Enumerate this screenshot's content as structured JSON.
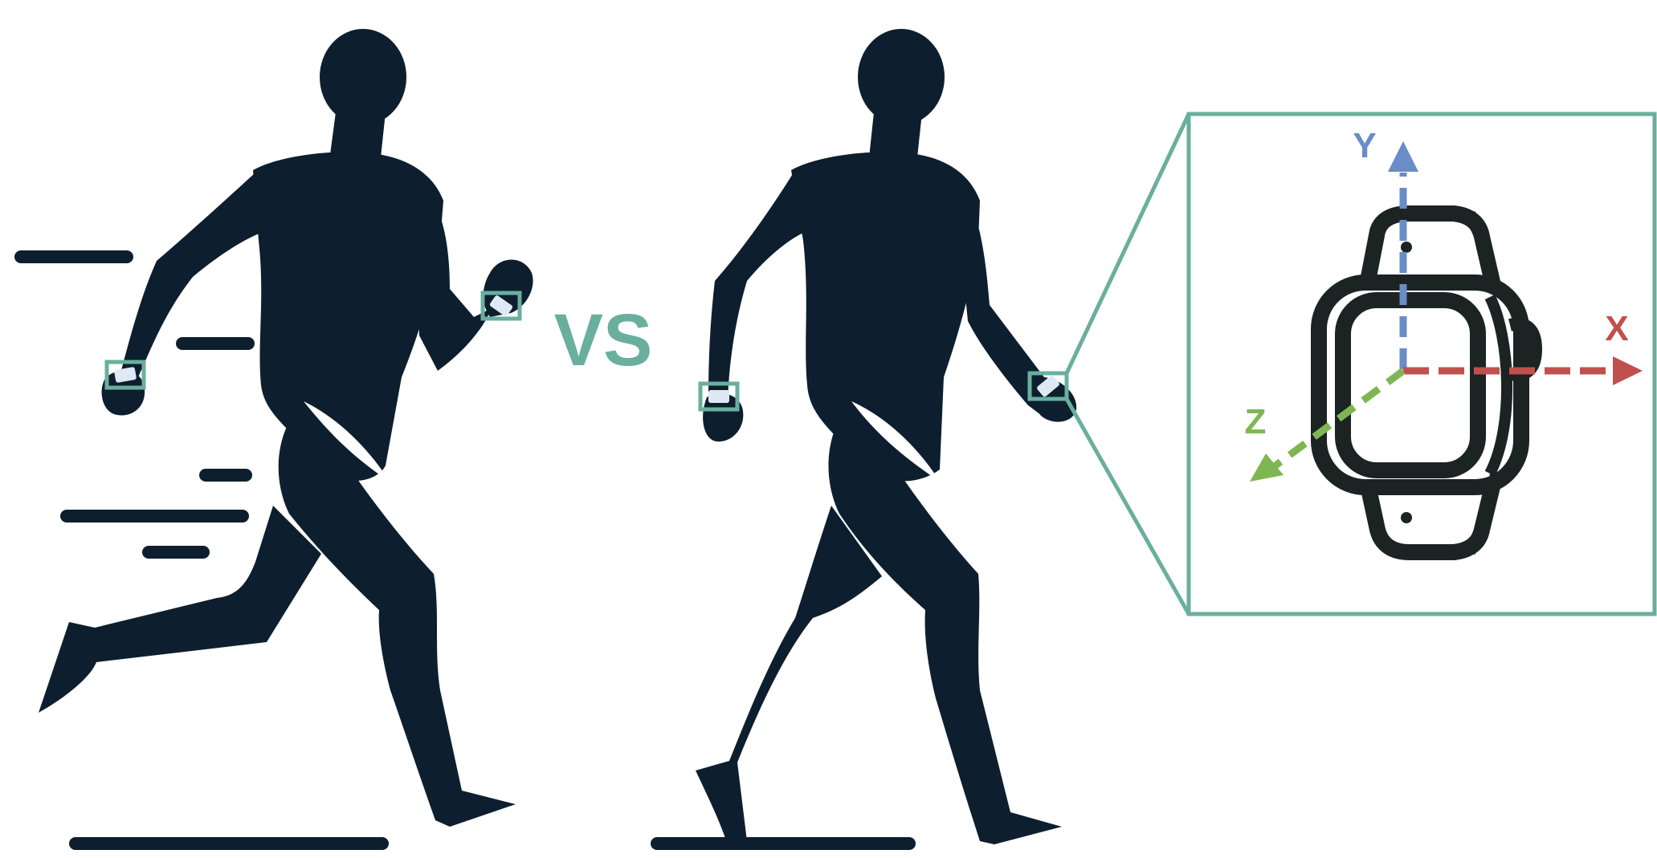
{
  "labels": {
    "versus": "VS",
    "axis_x": "X",
    "axis_y": "Y",
    "axis_z": "Z"
  },
  "colors": {
    "silhouette": "#0d1f2e",
    "accent": "#6aaf9e",
    "axis_x": "#c0504d",
    "axis_y": "#6a8cc7",
    "axis_z": "#7fb654",
    "watch_outline": "#1c2323",
    "sensor_fill": "#dfe9f5"
  },
  "icons": {
    "runner": "running-person-silhouette",
    "walker": "walking-person-silhouette",
    "watch": "smartwatch-icon",
    "sensor": "wrist-sensor-icon"
  }
}
